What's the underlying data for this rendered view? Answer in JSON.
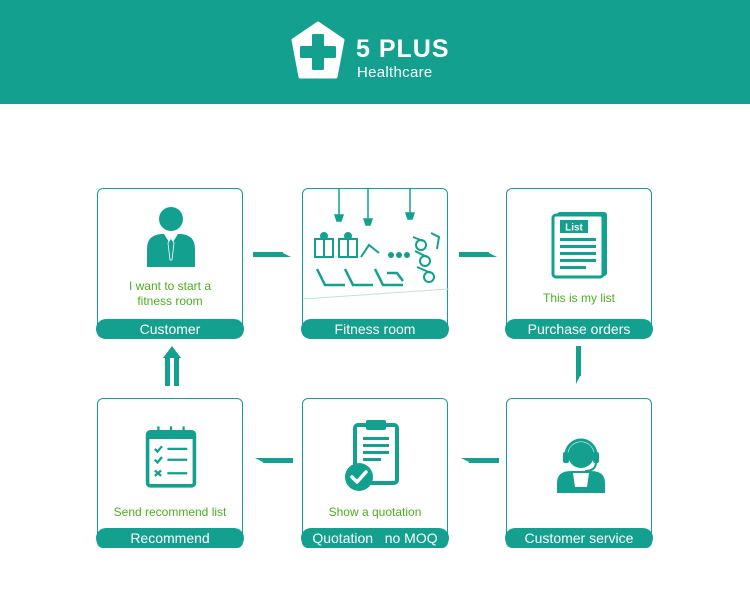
{
  "header": {
    "brand_name": "5 PLUS",
    "brand_sub": "Healthcare",
    "bg_color": "#13a08f"
  },
  "steps": [
    {
      "label": "Customer",
      "caption_lines": [
        "I want to start a",
        "fitness room"
      ],
      "icon": "businessman-icon"
    },
    {
      "label": "Fitness room",
      "caption_lines": [],
      "icon": "gym-equipment-illustration"
    },
    {
      "label": "Purchase orders",
      "caption_lines": [
        "This is my list"
      ],
      "icon": "list-document-icon"
    },
    {
      "label": "Customer service",
      "caption_lines": [],
      "icon": "headset-agent-icon"
    },
    {
      "label": "Quotation   no MOQ",
      "caption_lines": [
        "Show a quotation"
      ],
      "icon": "clipboard-check-icon"
    },
    {
      "label": "Recommend",
      "caption_lines": [
        "Send recommend list"
      ],
      "icon": "checklist-clipboard-icon"
    }
  ],
  "list_doc_title": "List",
  "colors": {
    "accent": "#13a08f",
    "caption_green": "#4cae1e"
  }
}
